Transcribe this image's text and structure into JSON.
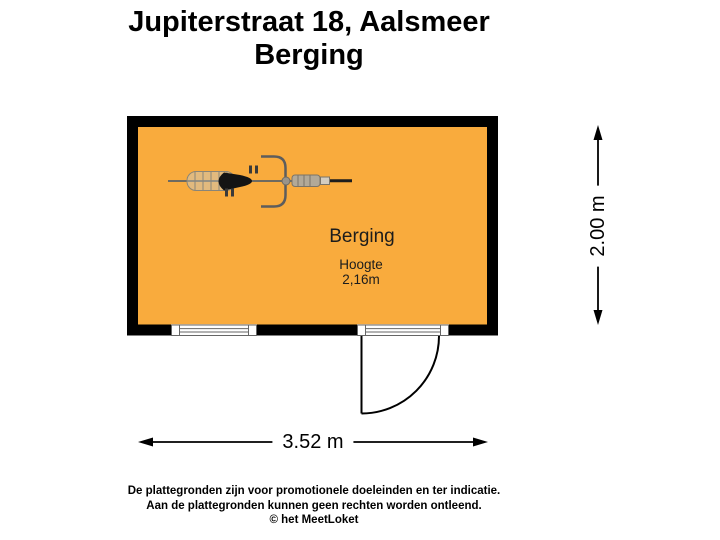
{
  "title": {
    "line1": "Jupiterstraat 18, Aalsmeer",
    "line2": "Berging"
  },
  "room": {
    "name": "Berging",
    "height_label": "Hoogte",
    "height_value": "2,16m"
  },
  "dimensions": {
    "width_label": "3.52 m",
    "height_label": "2.00 m"
  },
  "icons": {
    "bicycle": "bicycle-top-view"
  },
  "footer": {
    "line1": "De plattegronden zijn voor promotionele doeleinden en ter indicatie.",
    "line2": "Aan de plattegronden kunnen geen rechten worden ontleend.",
    "line3": "© het MeetLoket"
  },
  "colors": {
    "room_fill": "#F9AB3D",
    "wall": "#000000",
    "background": "#FFFFFF",
    "window_frame": "#666666",
    "bike_gray": "#7a7468"
  }
}
